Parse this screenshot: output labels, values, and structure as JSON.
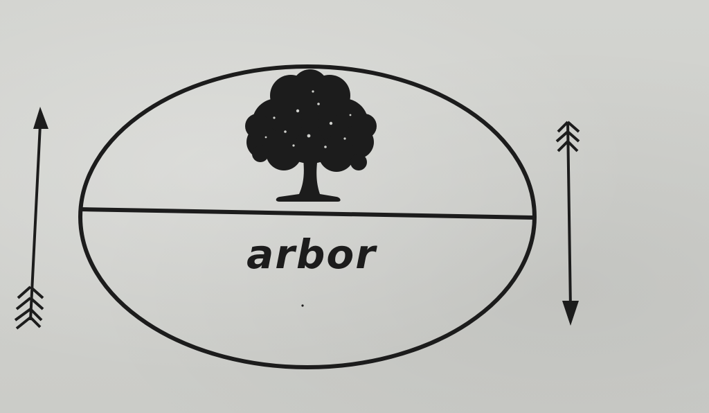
{
  "diagram": {
    "word": "arbor",
    "nodes": [
      {
        "id": "top-half",
        "content": "tree-icon"
      },
      {
        "id": "bottom-half",
        "content": "arbor"
      }
    ],
    "arrows": [
      {
        "id": "left-arrow",
        "direction": "up"
      },
      {
        "id": "right-arrow",
        "direction": "down"
      }
    ],
    "colors": {
      "ink": "#1c1c1c",
      "paper": "#cfd0cc"
    }
  }
}
